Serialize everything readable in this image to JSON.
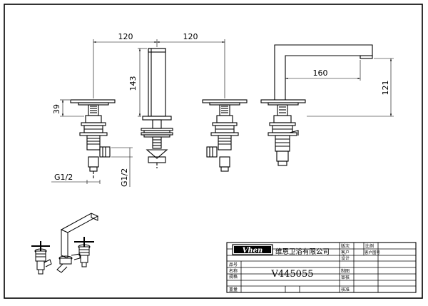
{
  "dimensions": {
    "spacing_left": "120",
    "spacing_right": "120",
    "spout_height": "143",
    "handle_height": "39",
    "spout_reach": "160",
    "spout_clearance": "121",
    "thread_horizontal": "G1/2",
    "thread_vertical": "G1/2"
  },
  "title_block": {
    "brand": "Vhen",
    "company": "维恩卫浴有限公司",
    "label_item_no": "品号",
    "label_customer": "客户",
    "label_name": "名称",
    "label_spec": "规格",
    "label_weight": "重量",
    "model": "V445055",
    "label_version": "版次",
    "label_design": "设计",
    "label_draw": "制图",
    "label_review": "审核",
    "label_approve": "核准",
    "label_scale": "比例",
    "label_customer_no": "客户图号"
  }
}
